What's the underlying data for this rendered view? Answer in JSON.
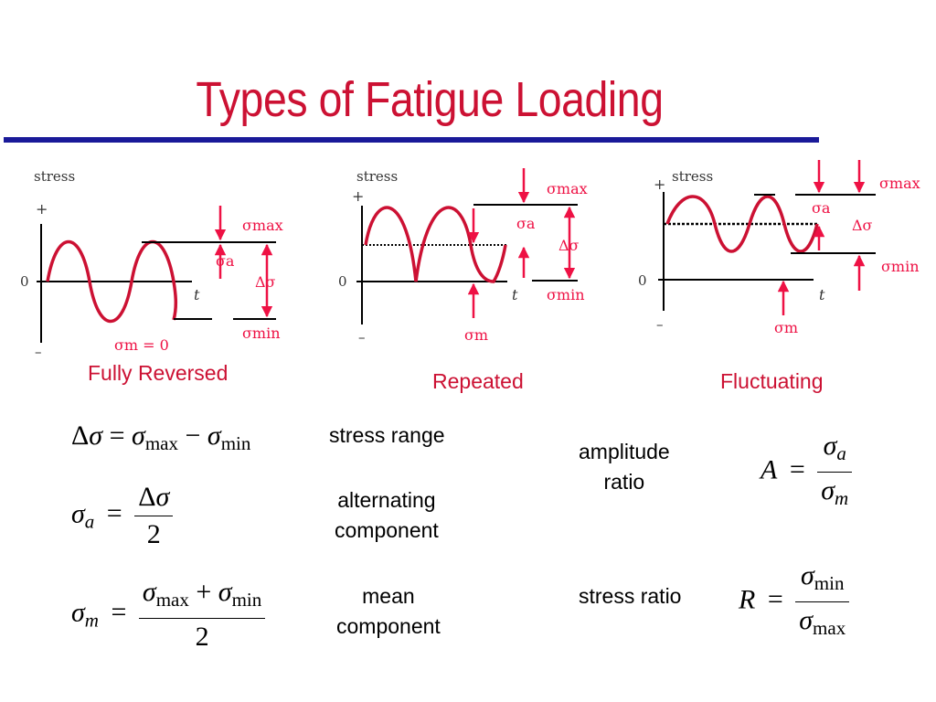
{
  "title": "Types of Fatigue Loading",
  "colors": {
    "title": "#cc1133",
    "rule": "#1a1a99",
    "wave": "#cc1133",
    "arrow": "#ee1144"
  },
  "panels": {
    "fully_reversed": {
      "caption": "Fully Reversed",
      "axis_y": "stress",
      "plus": "+",
      "zero": "0",
      "minus": "–",
      "axis_t": "t",
      "sigma_max": "σmax",
      "sigma_a": "σa",
      "delta_sigma": "Δσ",
      "sigma_min": "σmin",
      "sigma_m": "σm = 0"
    },
    "repeated": {
      "caption": "Repeated",
      "axis_y": "stress",
      "plus": "+",
      "zero": "0",
      "minus": "–",
      "axis_t": "t",
      "sigma_max": "σmax",
      "sigma_a": "σa",
      "delta_sigma": "Δσ",
      "sigma_min": "σmin",
      "sigma_m": "σm"
    },
    "fluctuating": {
      "caption": "Fluctuating",
      "axis_y": "stress",
      "plus": "+",
      "zero": "0",
      "minus": "–",
      "axis_t": "t",
      "sigma_max": "σmax",
      "sigma_a": "σa",
      "delta_sigma": "Δσ",
      "sigma_min": "σmin",
      "sigma_m": "σm"
    }
  },
  "equations": {
    "stress_range": {
      "formula": "Δσ = σmax − σmin",
      "desc": "stress range"
    },
    "alternating": {
      "formula": "σa = Δσ / 2",
      "desc_1": "alternating",
      "desc_2": "component"
    },
    "mean": {
      "formula": "σm = (σmax + σmin) / 2",
      "desc_1": "mean",
      "desc_2": "component"
    },
    "amplitude_ratio": {
      "formula": "A = σa / σm",
      "desc_1": "amplitude",
      "desc_2": "ratio"
    },
    "stress_ratio": {
      "formula": "R = σmin / σmax",
      "desc": "stress ratio"
    }
  },
  "glyphs": {
    "delta": "Δ",
    "sigma": "σ",
    "eq": "=",
    "minus": "−",
    "plus": "+",
    "two": "2",
    "A": "A",
    "R": "R",
    "a": "a",
    "m": "m",
    "max": "max",
    "min": "min"
  }
}
